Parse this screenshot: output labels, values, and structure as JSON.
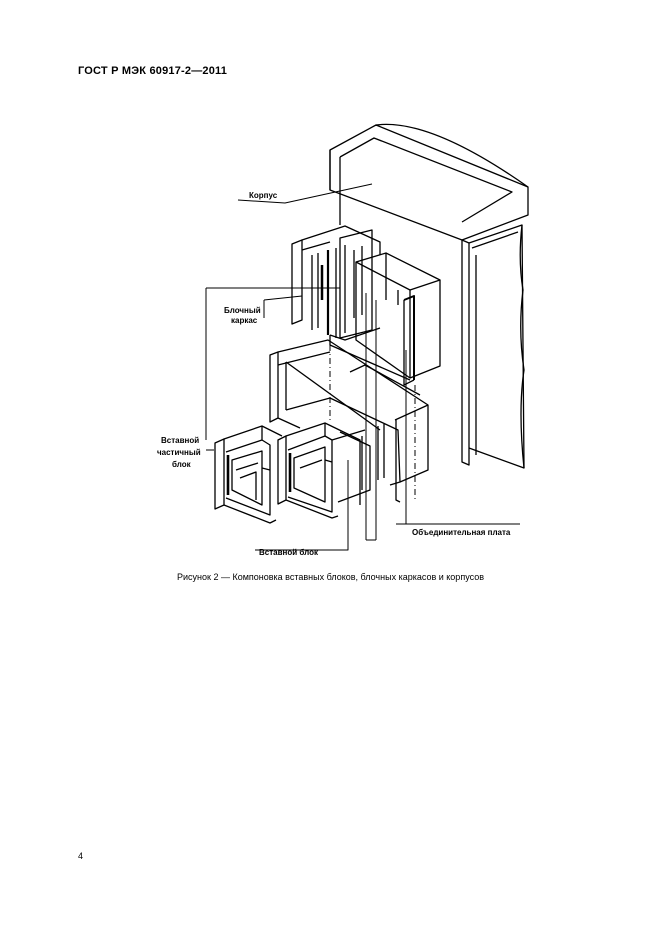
{
  "header": {
    "standard_id": "ГОСТ Р МЭК 60917-2—2011"
  },
  "figure": {
    "labels": {
      "housing": "Корпус",
      "subrack_line1": "Блочный",
      "subrack_line2": "каркас",
      "partial_unit_line1": "Вставной",
      "partial_unit_line2": "частичный",
      "partial_unit_line3": "блок",
      "backplane": "Объединительная плата",
      "plug_in_unit": "Вставной блок"
    },
    "caption": "Рисунок 2 — Компоновка вставных блоков, блочных каркасов и корпусов"
  },
  "page": {
    "number": "4"
  }
}
